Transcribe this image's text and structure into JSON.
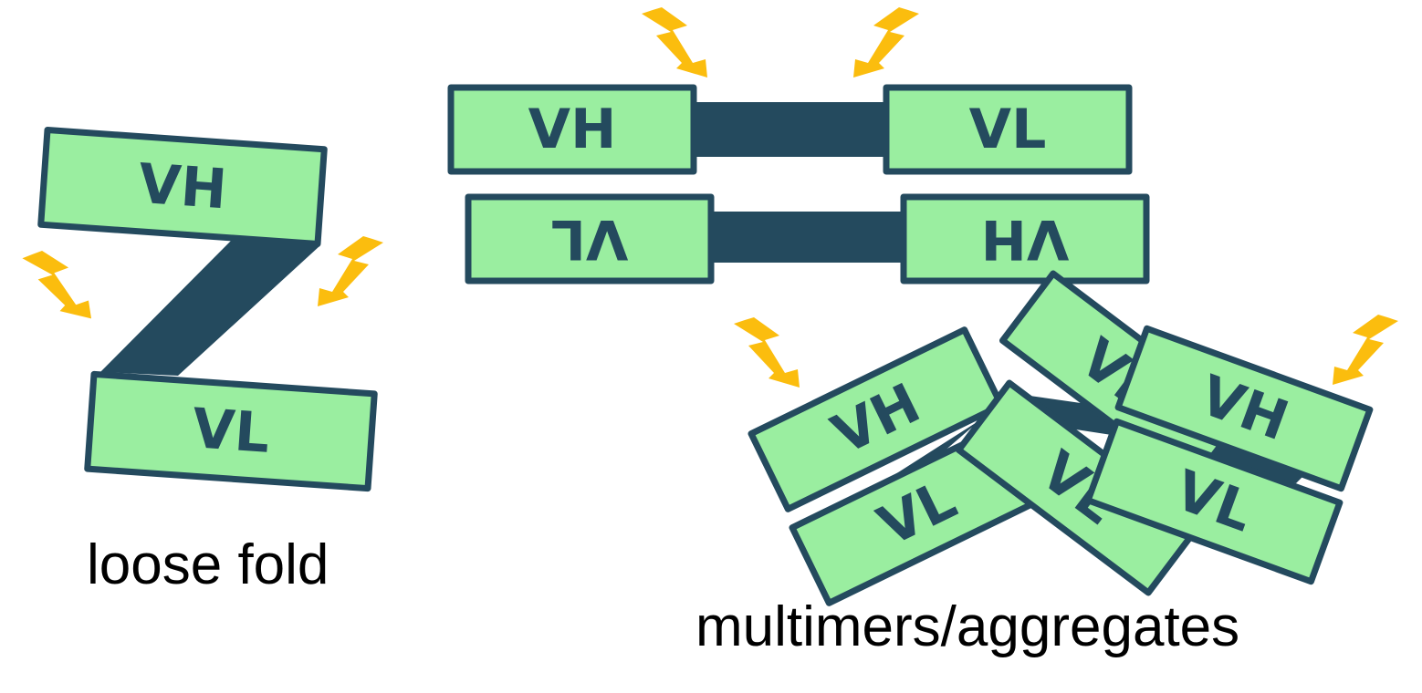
{
  "colors": {
    "domain_fill": "#9aeea0",
    "domain_stroke": "#244a5e",
    "linker": "#244a5e",
    "bolt": "#fbbd0e",
    "caption_text": "#000000"
  },
  "domains": {
    "vh": "VH",
    "vl": "VL"
  },
  "captions": {
    "loose_fold": "loose fold",
    "multimers": "multimers/aggregates"
  },
  "icons": {
    "stress": "lightning-bolt-icon"
  }
}
